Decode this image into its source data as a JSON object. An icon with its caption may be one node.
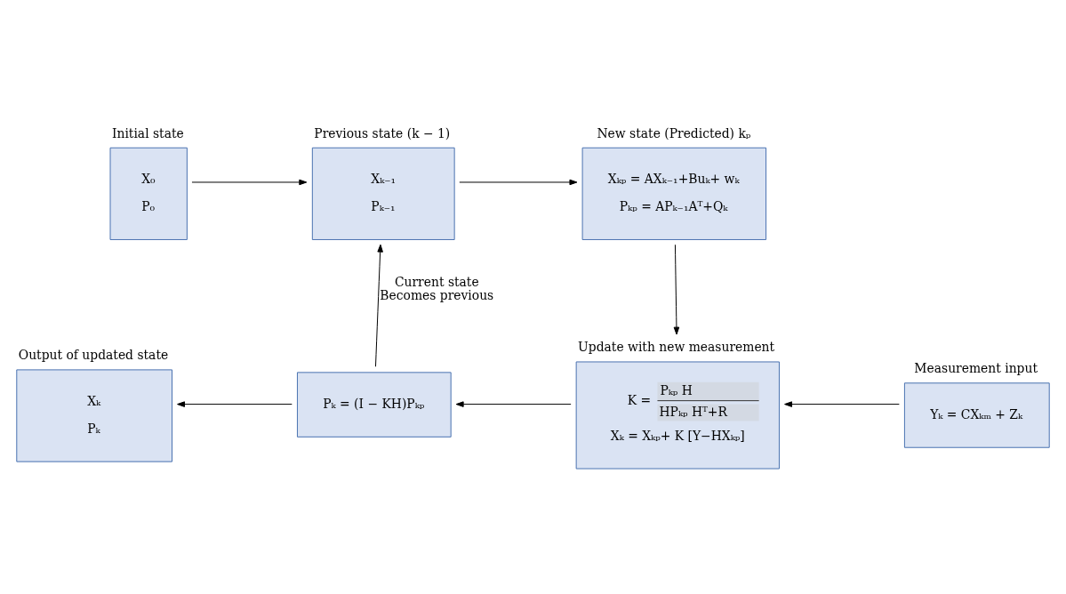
{
  "diagram": {
    "nodes": [
      {
        "text": [
          "Initial state",
          "X₀",
          "P₀"
        ]
      },
      {
        "text": [
          "Previous state (k − 1)",
          "Xₖ₋₁",
          "Pₖ₋₁"
        ]
      },
      {
        "text": [
          "New state (Predicted) kₚ",
          "Xₖₚ = AXₖ₋₁+Buₖ+ wₖ",
          "Pₖₚ = APₖ₋₁Aᵀ+Qₖ"
        ]
      },
      {
        "text": [
          "Update with new measurement",
          "K =",
          "Pₖₚ H",
          "HPₖₚ Hᵀ+R",
          "Xₖ = Xₖₚ+ K [Y−HXₖₚ]"
        ]
      },
      {
        "text": [
          "Measurement input",
          "Yₖ = CXₖₘ + Zₖ"
        ]
      },
      {
        "text": [
          "Pₖ = (I − KH)Pₖₚ"
        ]
      },
      {
        "text": [
          "Output of updated state",
          "Xₖ",
          "Pₖ"
        ]
      }
    ],
    "edges": [
      {
        "from": 0,
        "to": 1,
        "arrow": "to"
      },
      {
        "from": 1,
        "to": 2,
        "arrow": "to"
      },
      {
        "from": 2,
        "to": 3,
        "arrow": "to"
      },
      {
        "from": 4,
        "to": 3,
        "arrow": "to"
      },
      {
        "from": 3,
        "to": 5,
        "arrow": "to"
      },
      {
        "from": 5,
        "to": 6,
        "arrow": "to"
      },
      {
        "from": 5,
        "to": 1,
        "arrow": "to",
        "label": "Current state Becomes previous"
      }
    ]
  }
}
